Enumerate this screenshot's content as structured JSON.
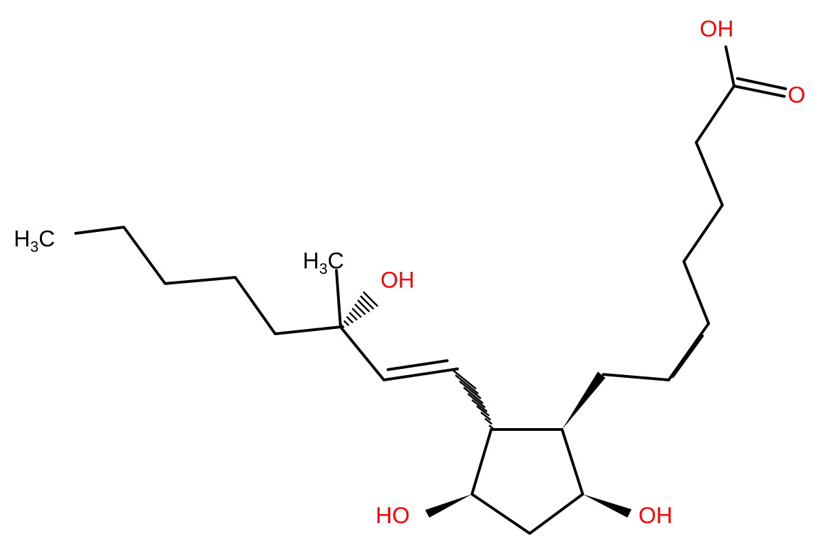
{
  "molecule": {
    "labels": {
      "oh_acid": "OH",
      "o_carbonyl": "O",
      "ch3_terminal": {
        "main": "H",
        "sub": "3",
        "tail": "C"
      },
      "ch3_c15": {
        "main": "H",
        "sub": "3",
        "tail": "C"
      },
      "oh_c15": "OH",
      "oh_ring_left": "HO",
      "oh_ring_right": "OH"
    },
    "colors": {
      "bond": "#000000",
      "oxygen": "#ff0000",
      "carbon_label": "#000000"
    }
  }
}
